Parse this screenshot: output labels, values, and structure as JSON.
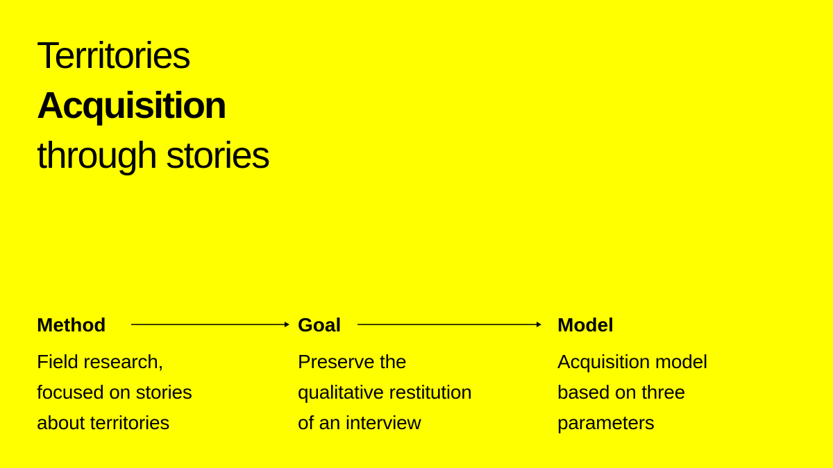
{
  "title": {
    "line1": "Territories",
    "line2": "Acquisition",
    "line3": "through stories"
  },
  "steps": [
    {
      "heading": "Method",
      "lines": [
        "Field research,",
        "focused on stories",
        "about territories"
      ]
    },
    {
      "heading": "Goal",
      "lines": [
        "Preserve the",
        "qualitative restitution",
        "of an interview"
      ]
    },
    {
      "heading": "Model",
      "lines": [
        "Acquisition model",
        "based on three",
        "parameters"
      ]
    }
  ],
  "colors": {
    "background": "#FFFF00",
    "text": "#000000"
  },
  "icons": [
    "arrow-right-icon",
    "arrow-right-icon"
  ]
}
